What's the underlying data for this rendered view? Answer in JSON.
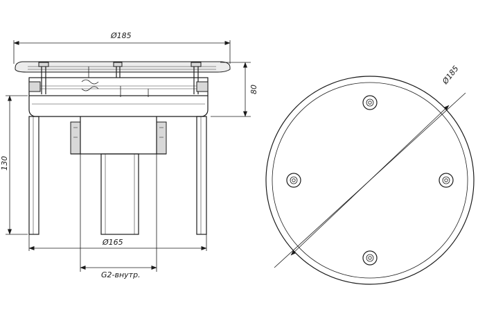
{
  "side_view": {
    "dim_top_diameter": "Ø185",
    "dim_height_right": "80",
    "dim_height_left": "130",
    "dim_bottom_diameter": "Ø165",
    "thread_label": "G2-внутр."
  },
  "plan_view": {
    "dim_diameter": "Ø185"
  }
}
